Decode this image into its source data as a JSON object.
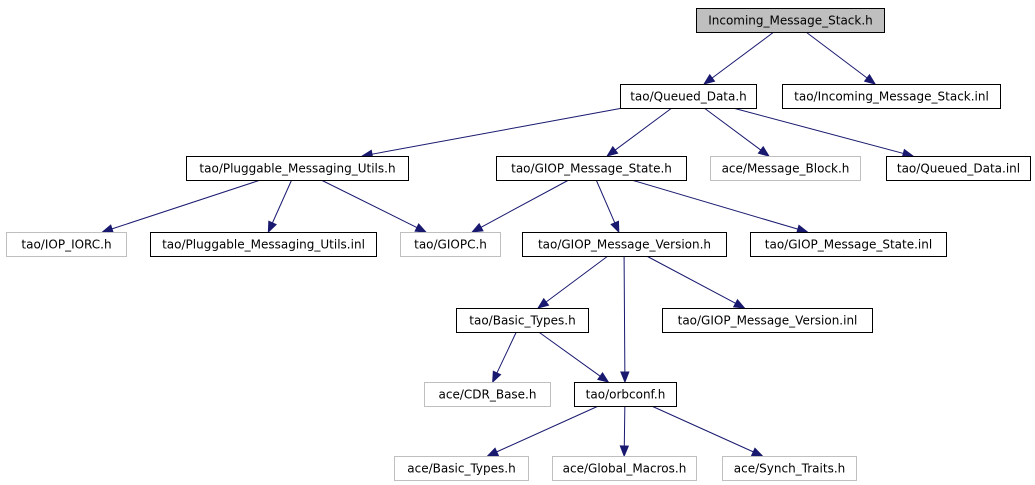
{
  "colors": {
    "edge": "#191970",
    "node_border_included": "#000000",
    "node_border_external": "#bfbfbf",
    "node_fill_root": "#bfbfbf",
    "node_fill": "#ffffff",
    "label": "#000000"
  },
  "graph": {
    "nodes": [
      {
        "id": "n_root",
        "label": "Incoming_Message_Stack.h",
        "kind": "root"
      },
      {
        "id": "n_qd",
        "label": "tao/Queued_Data.h",
        "kind": "included"
      },
      {
        "id": "n_imsi",
        "label": "tao/Incoming_Message_Stack.inl",
        "kind": "included"
      },
      {
        "id": "n_pmu",
        "label": "tao/Pluggable_Messaging_Utils.h",
        "kind": "included"
      },
      {
        "id": "n_gms",
        "label": "tao/GIOP_Message_State.h",
        "kind": "included"
      },
      {
        "id": "n_amb",
        "label": "ace/Message_Block.h",
        "kind": "external"
      },
      {
        "id": "n_qdi",
        "label": "tao/Queued_Data.inl",
        "kind": "included"
      },
      {
        "id": "n_iop",
        "label": "tao/IOP_IORC.h",
        "kind": "external"
      },
      {
        "id": "n_pmui",
        "label": "tao/Pluggable_Messaging_Utils.inl",
        "kind": "included"
      },
      {
        "id": "n_giopc",
        "label": "tao/GIOPC.h",
        "kind": "external"
      },
      {
        "id": "n_gmv",
        "label": "tao/GIOP_Message_Version.h",
        "kind": "included"
      },
      {
        "id": "n_gmsi",
        "label": "tao/GIOP_Message_State.inl",
        "kind": "included"
      },
      {
        "id": "n_bt",
        "label": "tao/Basic_Types.h",
        "kind": "included"
      },
      {
        "id": "n_gmvi",
        "label": "tao/GIOP_Message_Version.inl",
        "kind": "included"
      },
      {
        "id": "n_cdr",
        "label": "ace/CDR_Base.h",
        "kind": "external"
      },
      {
        "id": "n_orb",
        "label": "tao/orbconf.h",
        "kind": "included"
      },
      {
        "id": "n_abt",
        "label": "ace/Basic_Types.h",
        "kind": "external"
      },
      {
        "id": "n_agm",
        "label": "ace/Global_Macros.h",
        "kind": "external"
      },
      {
        "id": "n_ast",
        "label": "ace/Synch_Traits.h",
        "kind": "external"
      }
    ],
    "edges": [
      {
        "from": "n_root",
        "to": "n_qd"
      },
      {
        "from": "n_root",
        "to": "n_imsi"
      },
      {
        "from": "n_qd",
        "to": "n_pmu"
      },
      {
        "from": "n_qd",
        "to": "n_gms"
      },
      {
        "from": "n_qd",
        "to": "n_amb"
      },
      {
        "from": "n_qd",
        "to": "n_qdi"
      },
      {
        "from": "n_pmu",
        "to": "n_iop"
      },
      {
        "from": "n_pmu",
        "to": "n_pmui"
      },
      {
        "from": "n_pmu",
        "to": "n_giopc"
      },
      {
        "from": "n_gms",
        "to": "n_giopc"
      },
      {
        "from": "n_gms",
        "to": "n_gmv"
      },
      {
        "from": "n_gms",
        "to": "n_gmsi"
      },
      {
        "from": "n_gmv",
        "to": "n_bt"
      },
      {
        "from": "n_gmv",
        "to": "n_orb"
      },
      {
        "from": "n_gmv",
        "to": "n_gmvi"
      },
      {
        "from": "n_bt",
        "to": "n_cdr"
      },
      {
        "from": "n_bt",
        "to": "n_orb"
      },
      {
        "from": "n_orb",
        "to": "n_abt"
      },
      {
        "from": "n_orb",
        "to": "n_agm"
      },
      {
        "from": "n_orb",
        "to": "n_ast"
      }
    ]
  }
}
